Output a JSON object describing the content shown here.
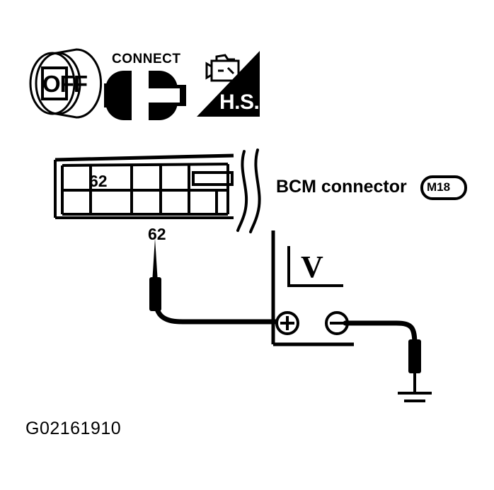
{
  "figure": {
    "code": "G02161910",
    "description": "BCM connector voltage measurement diagram"
  },
  "icons": {
    "ignition": {
      "name": "ignition-off-icon",
      "label": "OFF"
    },
    "connect": {
      "name": "connector-connect-icon",
      "label": "CONNECT"
    },
    "harness_side": {
      "name": "harness-side-icon",
      "label": "H.S."
    }
  },
  "connector": {
    "label": "BCM connector",
    "badge": "M18",
    "pin_number": "62",
    "rows": 2,
    "columns": 6,
    "highlighted_pin": {
      "row": 0,
      "column": 1,
      "value": "62"
    },
    "latch_slot": true,
    "break_lines": 2
  },
  "measurement": {
    "probe_label": "62",
    "meter_symbol": "V",
    "positive_terminal": "+",
    "negative_terminal": "−",
    "ground_symbol": "ground"
  },
  "colors": {
    "ink": "#000000",
    "paper": "#ffffff"
  }
}
